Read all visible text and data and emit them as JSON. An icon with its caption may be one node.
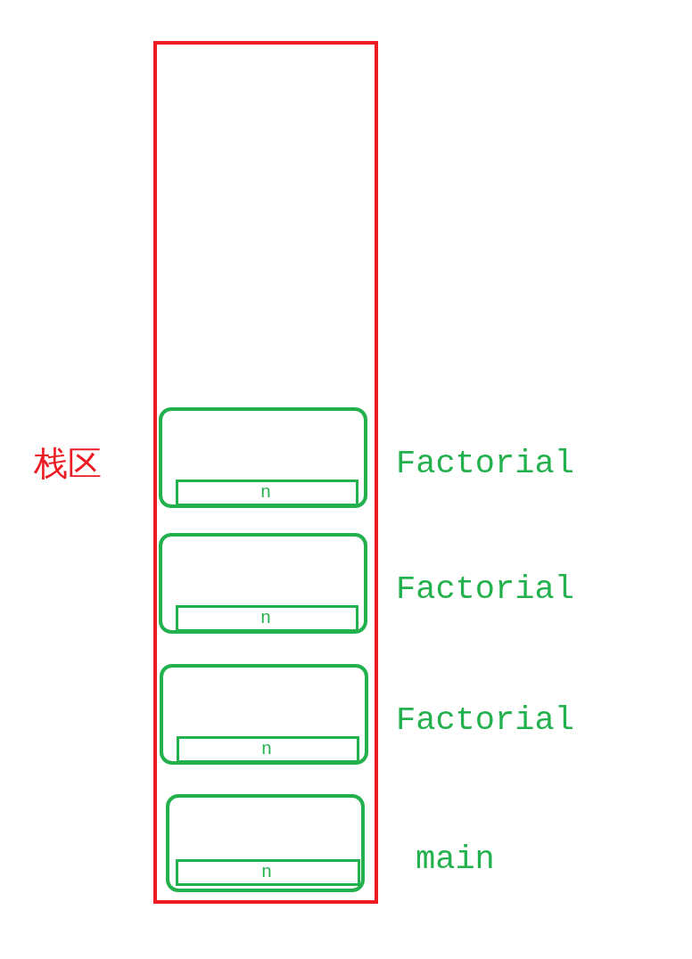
{
  "diagram": {
    "nodes": [
      {
        "text": [
          "栈区"
        ]
      },
      {
        "text": [],
        "shape": "box",
        "in": 0,
        "beside": [
          "Factorial"
        ]
      },
      {
        "text": [
          "n"
        ],
        "in": 1
      },
      {
        "text": [],
        "shape": "box",
        "in": 0,
        "beside": [
          "Factorial"
        ]
      },
      {
        "text": [
          "n"
        ],
        "in": 3
      },
      {
        "text": [],
        "shape": "box",
        "in": 0,
        "beside": [
          "Factorial"
        ]
      },
      {
        "text": [
          "n"
        ],
        "in": 5
      },
      {
        "text": [],
        "shape": "box",
        "in": 0,
        "beside": [
          "main"
        ]
      },
      {
        "text": [
          "n"
        ],
        "in": 7
      }
    ],
    "edges": []
  }
}
